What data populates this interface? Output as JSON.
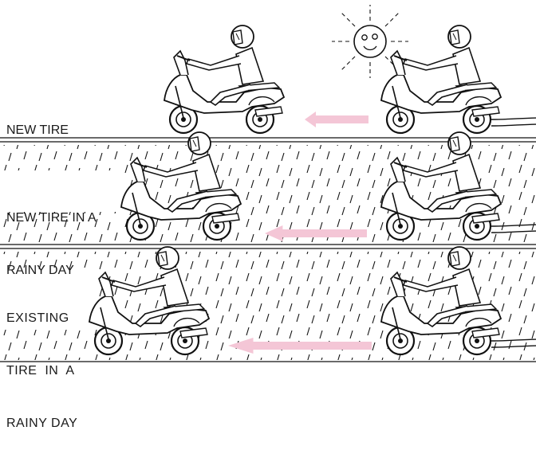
{
  "panels": [
    {
      "label_lines": [
        "NEW TIRE"
      ],
      "arrow_color": "#f4c6d6",
      "weather": "sunny"
    },
    {
      "label_lines": [
        "NEW TIRE IN A",
        "RAINY DAY"
      ],
      "arrow_color": "#f4c6d6",
      "weather": "rain"
    },
    {
      "label_lines": [
        "EXISTING",
        "TIRE  IN  A",
        "RAINY DAY"
      ],
      "arrow_color": "#f4c6d6",
      "weather": "rain"
    }
  ],
  "icons": [
    "scooter-rider-icon",
    "sun-face-icon",
    "rain-streaks",
    "motion-arrow"
  ]
}
